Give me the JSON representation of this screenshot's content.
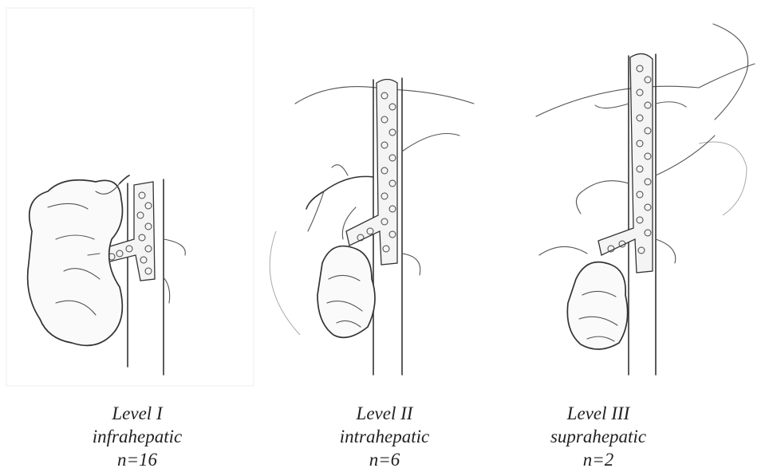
{
  "panels": [
    {
      "level": "Level I",
      "location": "infrahepatic",
      "count": "n=16"
    },
    {
      "level": "Level II",
      "location": "intrahepatic",
      "count": "n=6"
    },
    {
      "level": "Level III",
      "location": "suprahepatic",
      "count": "n=2"
    }
  ]
}
